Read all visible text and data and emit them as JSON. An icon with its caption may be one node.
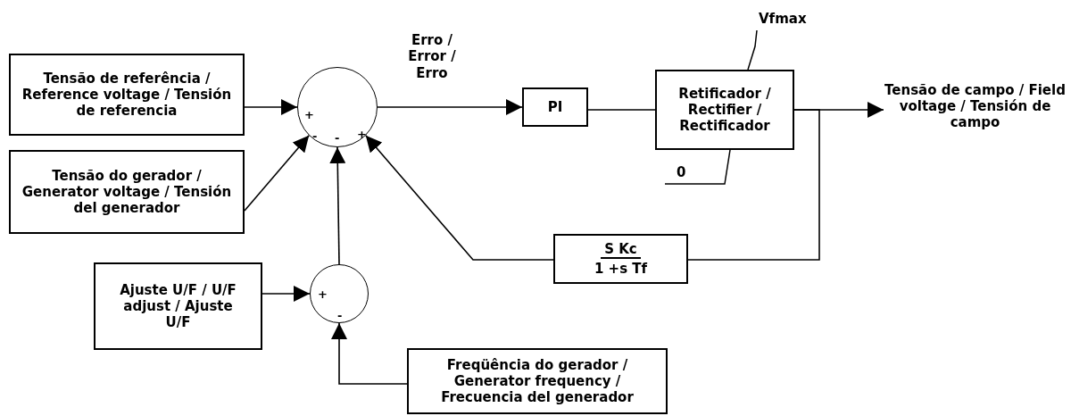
{
  "diagram": {
    "nodes": [
      {
        "text": [
          "Tensão de referência / Reference voltage / Tensión de referencia"
        ]
      },
      {
        "text": [
          "Tensão do gerador / Generator voltage / Tensión del generador"
        ]
      },
      {
        "text": [
          "+",
          "-",
          "-",
          "+"
        ]
      },
      {
        "text": [
          "PI"
        ]
      },
      {
        "text": [
          "Retificador / Rectifier / Rectificador"
        ]
      },
      {
        "text": [
          "Tensão de campo / Field voltage / Tensión de campo"
        ]
      },
      {
        "text": [
          "S Kc",
          "1 +s Tf"
        ]
      },
      {
        "text": [
          "Ajuste U/F / U/F adjust / Ajuste U/F"
        ]
      },
      {
        "text": [
          "+",
          "-"
        ]
      },
      {
        "text": [
          "Freqüência do gerador / Generator frequency / Frecuencia del generador"
        ]
      }
    ],
    "edges": [
      {
        "from": 0,
        "to": 2,
        "arrow": "to"
      },
      {
        "from": 1,
        "to": 2,
        "arrow": "to"
      },
      {
        "from": 8,
        "to": 2,
        "arrow": "to"
      },
      {
        "from": 6,
        "to": 2,
        "arrow": "to"
      },
      {
        "from": 2,
        "to": 3,
        "arrow": "to",
        "label": "Erro / Error / Erro"
      },
      {
        "from": 3,
        "to": 4,
        "arrow": "none"
      },
      {
        "from": 4,
        "to": 5,
        "arrow": "to"
      },
      {
        "from": 4,
        "to": 6,
        "arrow": "none"
      },
      {
        "from": 7,
        "to": 8,
        "arrow": "to"
      },
      {
        "from": 9,
        "to": 8,
        "arrow": "to"
      }
    ],
    "labels": [
      "Vfmax",
      "0"
    ]
  }
}
